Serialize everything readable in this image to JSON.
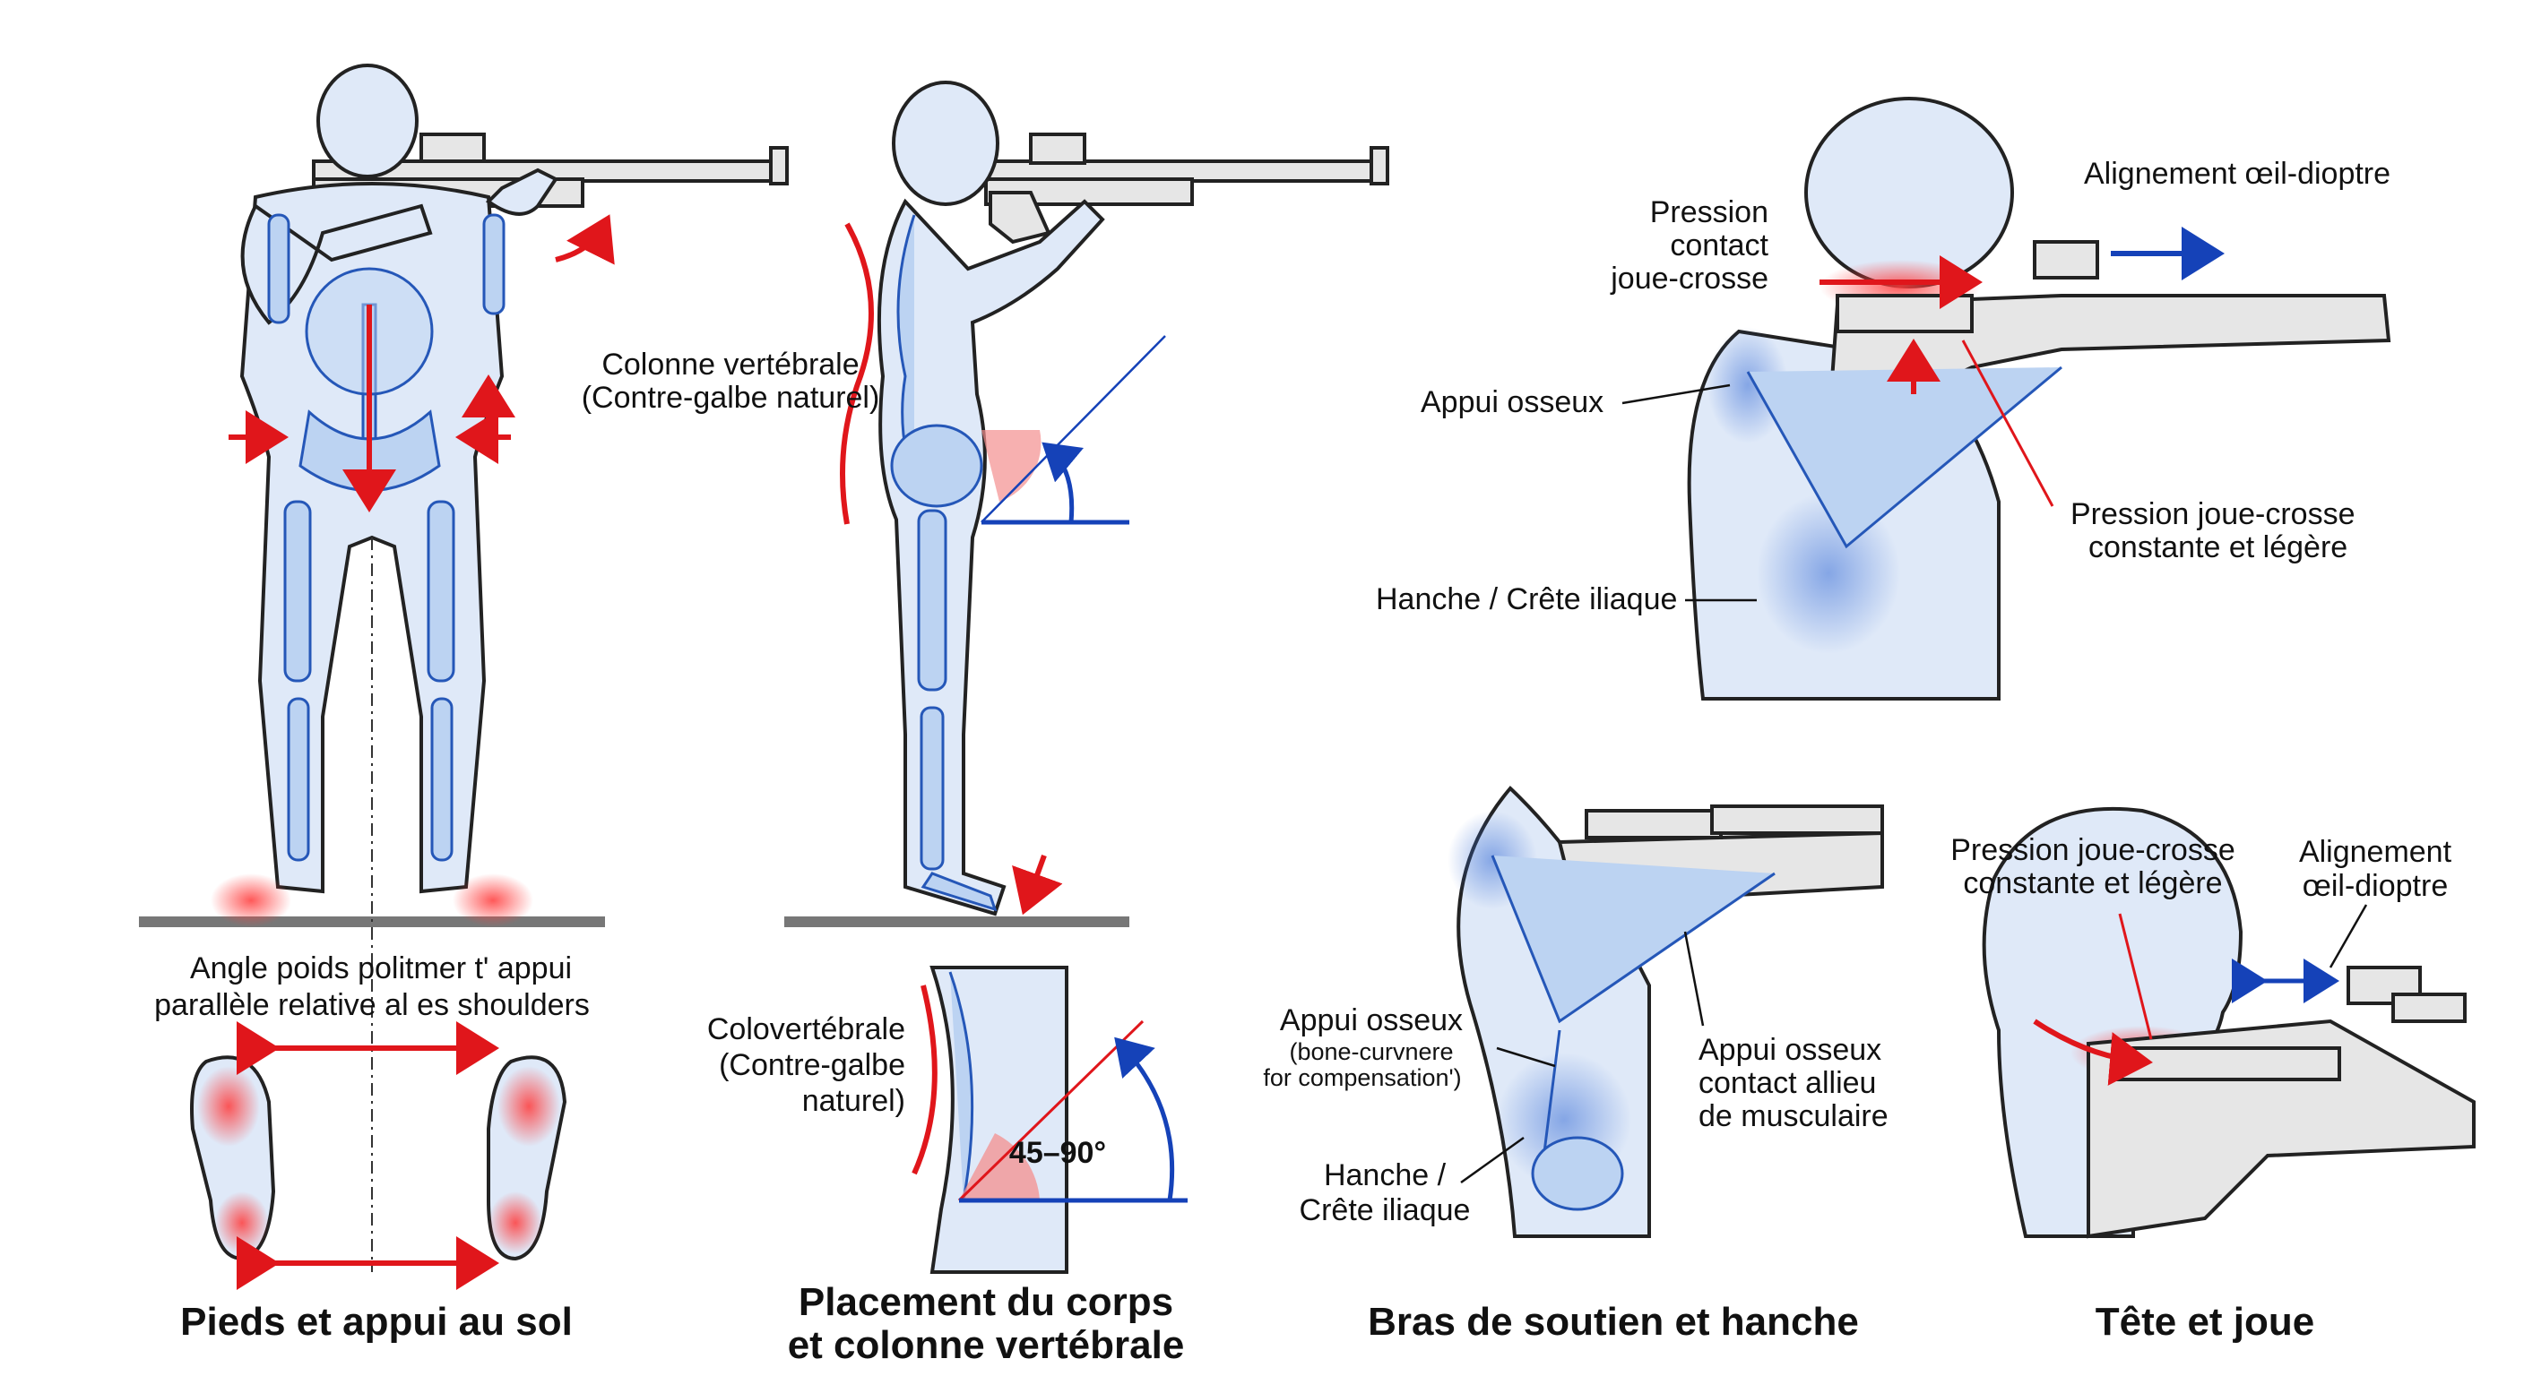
{
  "panels": {
    "feet": {
      "label_weight": "Angle poids politmer t' appui",
      "label_parallel": "parallèle relative al es shoulders",
      "caption": "Pieds et appui au sol"
    },
    "spine": {
      "label_column_1": "Colonne vertébrale",
      "label_column_2": "(Contre-galbe naturel)",
      "detail_label_1": "Colovertébrale",
      "detail_label_2": "(Contre-galbe",
      "detail_label_3": "naturel)",
      "angle_label": "45–90°",
      "caption_1": "Placement du corps",
      "caption_2": "et colonne vertébrale"
    },
    "upper_detail": {
      "pressure_1": "Pression",
      "pressure_2": "contact",
      "pressure_3": "joue-crosse",
      "alignment": "Alignement œil-dioptre",
      "bone_support": "Appui osseux",
      "hip": "Hanche / Crête iliaque",
      "constant_1": "Pression joue-crosse",
      "constant_2": "constante et légère"
    },
    "arm": {
      "bone_1": "Appui osseux",
      "bone_2": "(bone-curvnere",
      "bone_3": "for compensation')",
      "hip_1": "Hanche /",
      "hip_2": "Crête iliaque",
      "muscle_1": "Appui osseux",
      "muscle_2": "contact allieu",
      "muscle_3": "de musculaire",
      "caption": "Bras de soutien et hanche"
    },
    "head": {
      "pressure_1": "Pression joue-crosse",
      "pressure_2": "constante et légère",
      "align_1": "Alignement",
      "align_2": "œil-dioptre",
      "caption": "Tête et joue"
    }
  },
  "colors": {
    "accent_red": "#e0161b",
    "accent_blue": "#1542b8",
    "bone": "#bcd3f2",
    "skin": "#dfe9f8"
  }
}
